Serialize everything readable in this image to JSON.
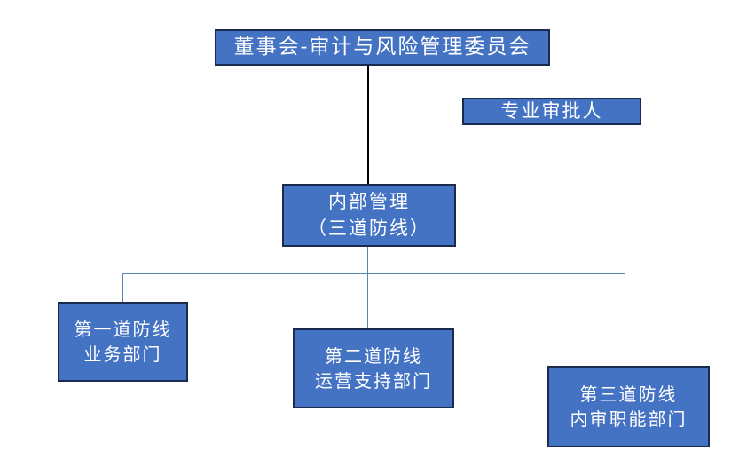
{
  "diagram": {
    "type": "organizational-hierarchy",
    "background_color": "#FFFFFF",
    "node_fill_color": "#4573C4",
    "node_border_color": "#1B2B4D",
    "node_text_color": "#FFFFFF",
    "trunk_line_color": "#000000",
    "branch_line_color": "#5586BA",
    "nodes": {
      "board": {
        "label": "董事会-审计与风险管理委员会",
        "lines": [
          "董事会-审计与风险管理委员会"
        ]
      },
      "approver": {
        "label": "专业审批人",
        "lines": [
          "专业审批人"
        ]
      },
      "internal_management": {
        "label": "内部管理（三道防线）",
        "lines": [
          "内部管理",
          "（三道防线）"
        ]
      },
      "line1": {
        "label": "第一道防线 业务部门",
        "lines": [
          "第一道防线",
          "业务部门"
        ]
      },
      "line2": {
        "label": "第二道防线 运营支持部门",
        "lines": [
          "第二道防线",
          "运营支持部门"
        ]
      },
      "line3": {
        "label": "第三道防线 内审职能部门",
        "lines": [
          "第三道防线",
          "内审职能部门"
        ]
      }
    },
    "edges": [
      {
        "from": "board",
        "to": "internal_management",
        "style": "solid-black-vertical"
      },
      {
        "from": "board",
        "to": "approver",
        "style": "solid-blue-horizontal-stub"
      },
      {
        "from": "internal_management",
        "to": "line1",
        "style": "solid-blue-elbow"
      },
      {
        "from": "internal_management",
        "to": "line2",
        "style": "solid-blue-elbow"
      },
      {
        "from": "internal_management",
        "to": "line3",
        "style": "solid-blue-elbow"
      }
    ]
  }
}
